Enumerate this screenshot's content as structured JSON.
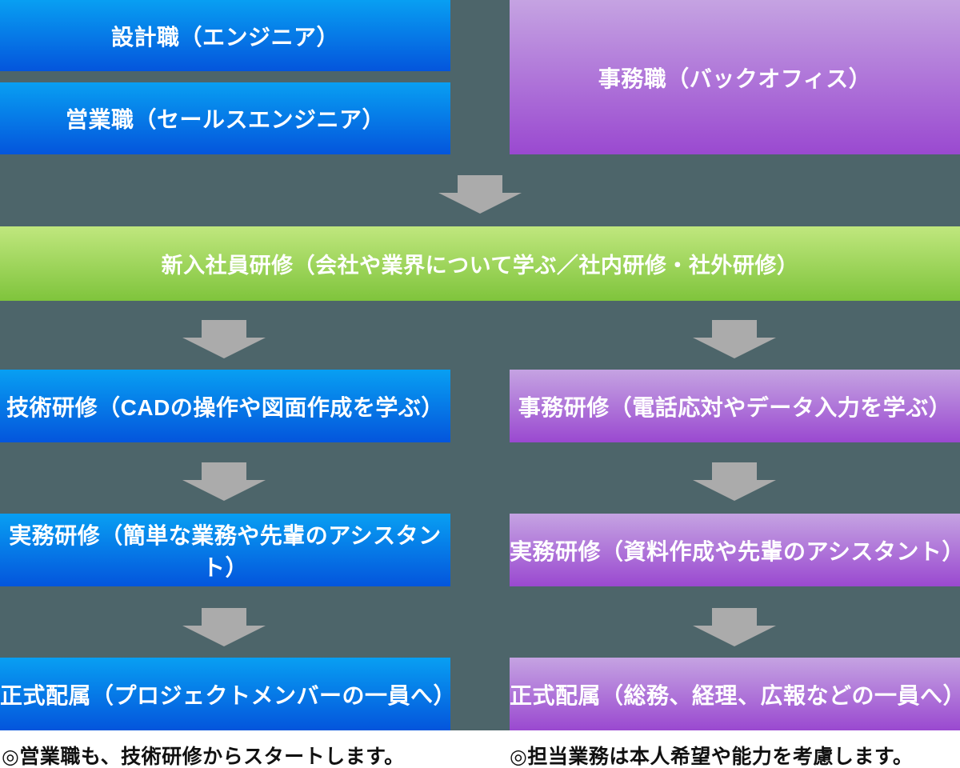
{
  "colors": {
    "background": "#4d656a",
    "arrow": "#ababab",
    "blue_top": "#089ff2",
    "blue_bottom": "#0455dc",
    "purple_top": "#c5a3e2",
    "purple_bottom": "#9a49d0",
    "green_top": "#c0e77e",
    "green_bottom": "#7fc43c",
    "box_text": "#ffffff",
    "note_text": "#111111"
  },
  "left_column": {
    "top_boxes": [
      {
        "label": "設計職（エンジニア）"
      },
      {
        "label": "営業職（セールスエンジニア）"
      }
    ],
    "steps": [
      "技術研修（CADの操作や図面作成を学ぶ）",
      "実務研修（簡単な業務や先輩のアシスタント）",
      "正式配属（プロジェクトメンバーの一員へ）"
    ],
    "note": "◎営業職も、技術研修からスタートします。"
  },
  "right_column": {
    "top_box": "事務職（バックオフィス）",
    "steps": [
      "事務研修（電話応対やデータ入力を学ぶ）",
      "実務研修（資料作成や先輩のアシスタント）",
      "正式配属（総務、経理、広報などの一員へ）"
    ],
    "note": "◎担当業務は本人希望や能力を考慮します。"
  },
  "shared": {
    "training_box": "新入社員研修（会社や業界について学ぶ／社内研修・社外研修）"
  }
}
